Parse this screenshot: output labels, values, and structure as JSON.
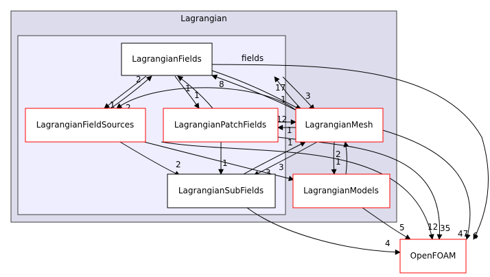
{
  "graph": {
    "outer_cluster_label": "Lagrangian",
    "inner_cluster_label": "fields",
    "nodes": {
      "lagrangian_fields": "LagrangianFields",
      "lagrangian_field_sources": "LagrangianFieldSources",
      "lagrangian_patch_fields": "LagrangianPatchFields",
      "lagrangian_sub_fields": "LagrangianSubFields",
      "lagrangian_mesh": "LagrangianMesh",
      "lagrangian_models": "LagrangianModels",
      "openfoam": "OpenFOAM"
    },
    "edge_labels": {
      "fs_to_fields": "2",
      "fields_to_fs": "1",
      "fields_to_patch": "1",
      "patch_to_fields": "1",
      "mesh_to_fields_a": "8",
      "mesh_to_fields_b": "17",
      "fields_to_mesh_a": "1",
      "fields_to_mesh_b": "3",
      "mesh_to_fs": "2",
      "patch_to_mesh": "12",
      "mesh_to_patch": "1",
      "fs_to_sub": "2",
      "patch_to_sub": "1",
      "sub_to_mesh": "1",
      "mesh_to_sub": "3",
      "fs_to_models": "3",
      "mesh_to_models": "2",
      "models_to_mesh": "1",
      "sub_to_openfoam": "4",
      "models_to_openfoam": "5",
      "fs_to_openfoam": "12",
      "patch_to_openfoam": "35",
      "mesh_to_openfoam": "47",
      "fields_to_openfoam": "6"
    },
    "colors": {
      "outer_cluster_fill": "#dcdcec",
      "inner_cluster_fill": "#eeeeff",
      "cluster_border": "#3e3e3e",
      "highlight_border": "#ff0000",
      "plain_border": "#000000"
    }
  }
}
